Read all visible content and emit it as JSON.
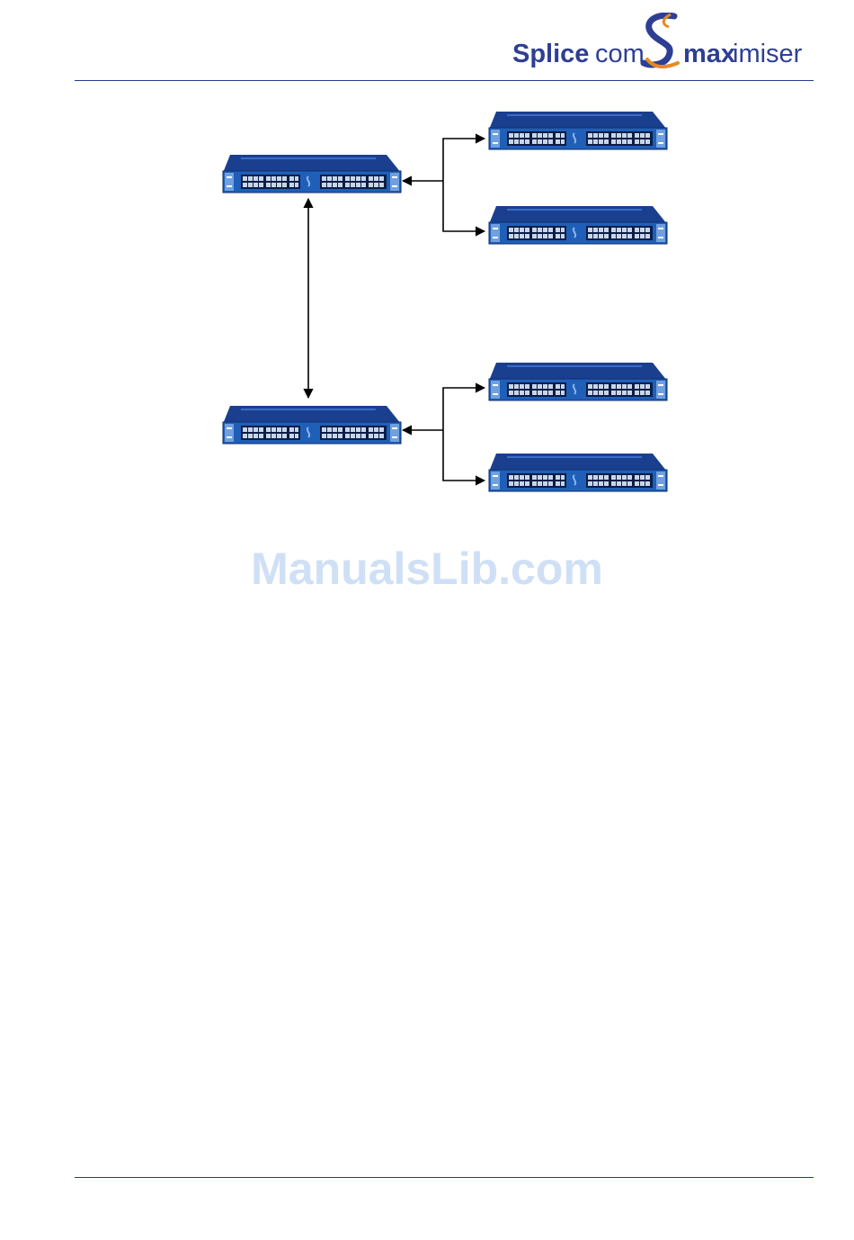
{
  "logo": {
    "brand": "Splicecom",
    "brand_part1": "Splice",
    "brand_part2": "com",
    "product": "maximiser",
    "product_part1": "max",
    "product_part2": "imiser",
    "colors": {
      "text": "#2e3f93",
      "swoosh": "#e58a1f"
    }
  },
  "watermark": {
    "text": "ManualsLib.com",
    "color": "#cfe0f6"
  },
  "diagram": {
    "nodes": [
      {
        "id": "switch-main-1",
        "type": "network-switch"
      },
      {
        "id": "switch-main-2",
        "type": "network-switch"
      },
      {
        "id": "switch-child-1a",
        "type": "network-switch"
      },
      {
        "id": "switch-child-1b",
        "type": "network-switch"
      },
      {
        "id": "switch-child-2a",
        "type": "network-switch"
      },
      {
        "id": "switch-child-2b",
        "type": "network-switch"
      }
    ],
    "links": [
      {
        "from": "switch-main-1",
        "to": "switch-main-2",
        "direction": "bidirectional"
      },
      {
        "from": "switch-main-1",
        "to": "switch-child-1a",
        "direction": "bidirectional"
      },
      {
        "from": "switch-main-1",
        "to": "switch-child-1b",
        "direction": "bidirectional"
      },
      {
        "from": "switch-main-2",
        "to": "switch-child-2a",
        "direction": "bidirectional"
      },
      {
        "from": "switch-main-2",
        "to": "switch-child-2b",
        "direction": "bidirectional"
      }
    ],
    "colors": {
      "device_body": "#1f5fb8",
      "device_top": "#1b3f8f",
      "line": "#000000"
    }
  },
  "page": {
    "rule_color": "#1f3f8c"
  }
}
